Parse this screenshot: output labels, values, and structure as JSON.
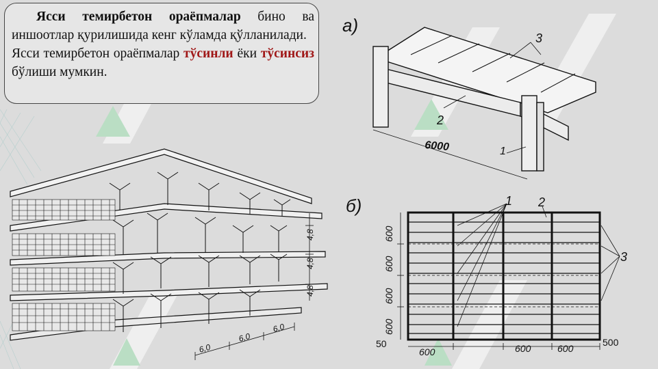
{
  "paragraph1": {
    "bold": "Ясси темирбетон ораёпмалар",
    "rest": " бино ва иншоотлар қурилишида кенг кўламда қўлланилади."
  },
  "paragraph2": {
    "part1": "Ясси темирбетон ораёпмалар ",
    "beam_word": "тўсинли",
    "part2": " ёки ",
    "beamless_word": "тўсинсиз",
    "part3": " бўлиши мумкин."
  },
  "figure_a": {
    "label": "а)",
    "callout_1": "1",
    "callout_2": "2",
    "callout_3": "3",
    "dimension": "6000"
  },
  "figure_b": {
    "label": "б)",
    "callout_1": "1",
    "callout_2": "2",
    "callout_3": "3",
    "vertical_dims": [
      "600",
      "600",
      "600",
      "600"
    ],
    "bottom_dims": [
      "600",
      "600",
      "600"
    ],
    "edge_left": "50",
    "edge_right": "500"
  },
  "building": {
    "floor_heights": [
      "4,8",
      "4,8",
      "4,8"
    ],
    "spans": [
      "6,0",
      "6,0",
      "6,0"
    ]
  },
  "colors": {
    "accent_red": "#a01818",
    "background": "#dcdcdc",
    "watermark": "#bfe8c9"
  }
}
